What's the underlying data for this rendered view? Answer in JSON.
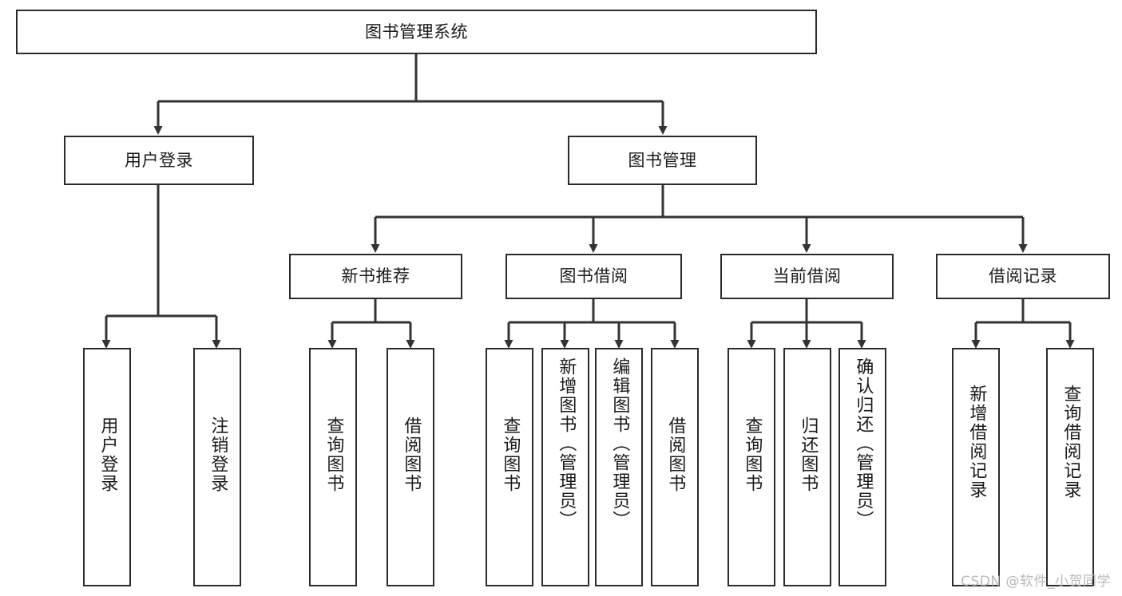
{
  "diagram": {
    "title": "图书管理系统",
    "type": "tree-hierarchy-chart",
    "theme": {
      "background": "#ffffff",
      "box_border": "#2b2b2b",
      "box_fill": "#ffffff",
      "text": "#1a1a1a",
      "connector": "#333333",
      "watermark": "#b9b9b9"
    },
    "root": {
      "label": "图书管理系统"
    },
    "level2": [
      {
        "label": "用户登录"
      },
      {
        "label": "图书管理"
      }
    ],
    "level3": [
      {
        "label": "新书推荐"
      },
      {
        "label": "图书借阅"
      },
      {
        "label": "当前借阅"
      },
      {
        "label": "借阅记录"
      }
    ],
    "leaves": {
      "user_login": [
        {
          "label": "用户登录"
        },
        {
          "label": "注销登录"
        }
      ],
      "new_book_recommend": [
        {
          "label": "查询图书"
        },
        {
          "label": "借阅图书"
        }
      ],
      "book_borrow": [
        {
          "label": "查询图书"
        },
        {
          "label": "新增图书（管理员）"
        },
        {
          "label": "编辑图书（管理员）"
        },
        {
          "label": "借阅图书"
        }
      ],
      "current_borrow": [
        {
          "label": "查询图书"
        },
        {
          "label": "归还图书"
        },
        {
          "label": "确认归还（管理员）"
        }
      ],
      "borrow_record": [
        {
          "label": "新增借阅记录"
        },
        {
          "label": "查询借阅记录"
        }
      ]
    }
  },
  "watermark": {
    "text": "CSDN @软件_小贺同学"
  }
}
